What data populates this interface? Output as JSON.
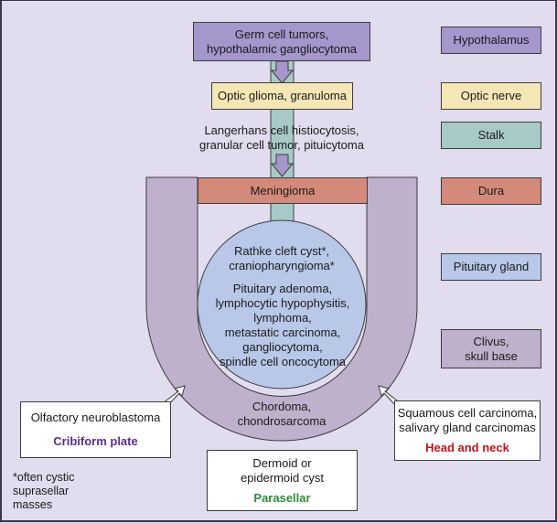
{
  "colors": {
    "background": "#e1dcee",
    "hypothalamus": "#a596cc",
    "optic_nerve": "#f5e6b5",
    "stalk": "#a7cac6",
    "dura": "#d38a7b",
    "pituitary": "#b9c8e9",
    "clivus": "#bfb0cb",
    "cribiform": "#5a2d91",
    "head_neck": "#c0141e",
    "parasellar": "#2e8b3a"
  },
  "center": {
    "hypothalamus_tumors": "Germ cell tumors,\nhypothalamic gangliocytoma",
    "optic_tumors": "Optic glioma, granuloma",
    "stalk_tumors": "Langerhans cell histiocytosis,\ngranular cell tumor, pituicytoma",
    "dura_tumors": "Meningioma",
    "pituitary_cystic": "Rathke cleft cyst*,\ncraniopharyngioma*",
    "pituitary_tumors": "Pituitary adenoma,\nlymphocytic hypophysitis,\nlymphoma,\nmetastatic carcinoma,\ngangliocytoma,\nspindle cell oncocytoma",
    "clivus_tumors": "Chordoma,\nchondrosarcoma"
  },
  "legend": [
    {
      "key": "hypothalamus",
      "label": "Hypothalamus"
    },
    {
      "key": "optic_nerve",
      "label": "Optic nerve"
    },
    {
      "key": "stalk",
      "label": "Stalk"
    },
    {
      "key": "dura",
      "label": "Dura"
    },
    {
      "key": "pituitary",
      "label": "Pituitary gland"
    },
    {
      "key": "clivus",
      "label": "Clivus,\nskull base"
    }
  ],
  "external": {
    "cribiform": {
      "tumors": "Olfactory neuroblastoma",
      "region": "Cribiform plate"
    },
    "head_neck": {
      "tumors": "Squamous cell carcinoma,\nsalivary gland carcinomas",
      "region": "Head and neck"
    },
    "parasellar": {
      "tumors": "Dermoid or\nepidermoid cyst",
      "region": "Parasellar"
    }
  },
  "footnote": "*often cystic\n suprasellar\n masses"
}
